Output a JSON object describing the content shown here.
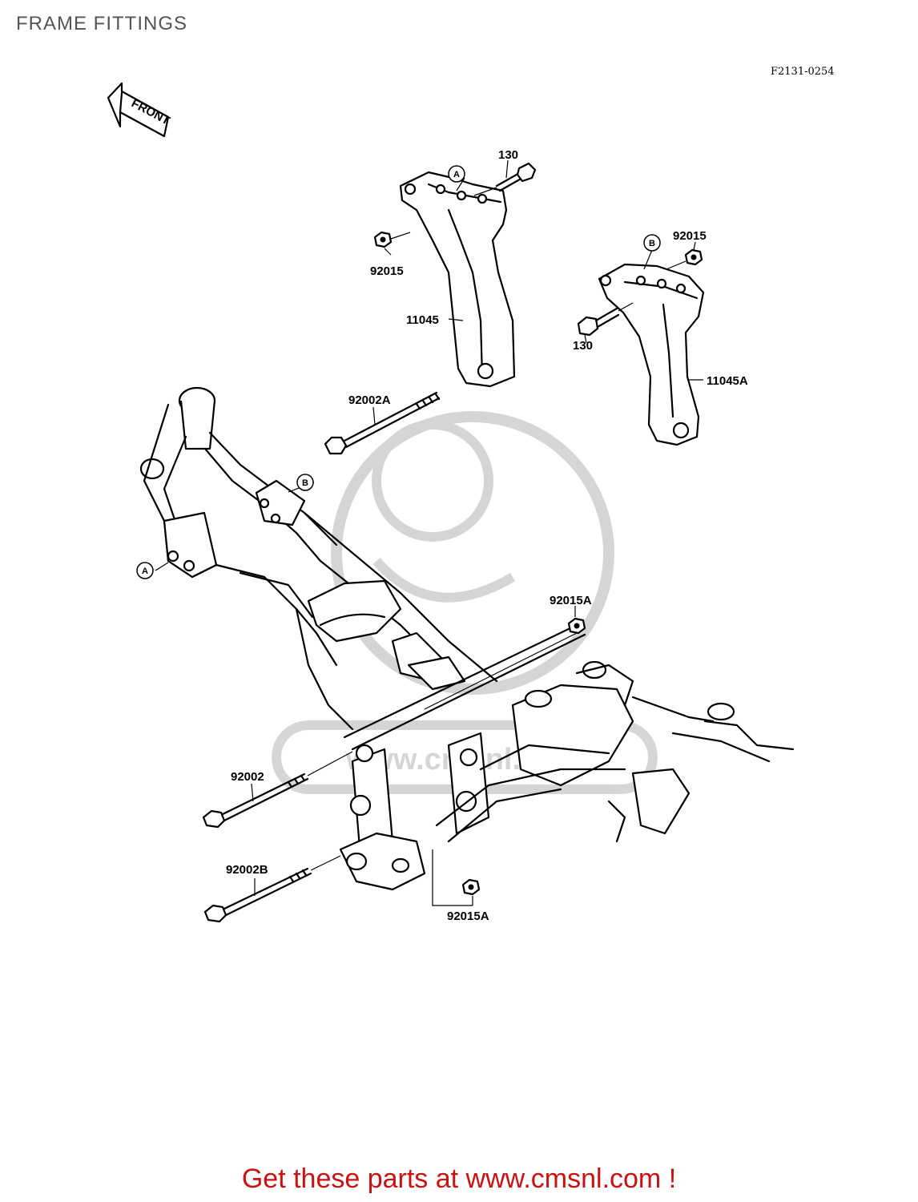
{
  "page": {
    "title": "FRAME FITTINGS",
    "diagram_code": "F2131-0254",
    "promo_text": "Get these parts at www.cmsnl.com !"
  },
  "diagram": {
    "front_label": "FRONT",
    "reference_letters": {
      "a": "A",
      "b": "B"
    },
    "watermark_text": "www.cmsnl.com",
    "part_labels": {
      "bolt_130_top": "130",
      "nut_92015_left": "92015",
      "bracket_11045": "11045",
      "nut_92015_right": "92015",
      "bolt_130_right": "130",
      "bracket_11045a": "11045A",
      "bolt_92002a": "92002A",
      "nut_92015a_upper": "92015A",
      "bolt_92002": "92002",
      "bolt_92002b": "92002B",
      "nut_92015a_lower": "92015A"
    }
  },
  "colors": {
    "promo": "#cc1111",
    "title": "#555555",
    "linework": "#000000"
  }
}
